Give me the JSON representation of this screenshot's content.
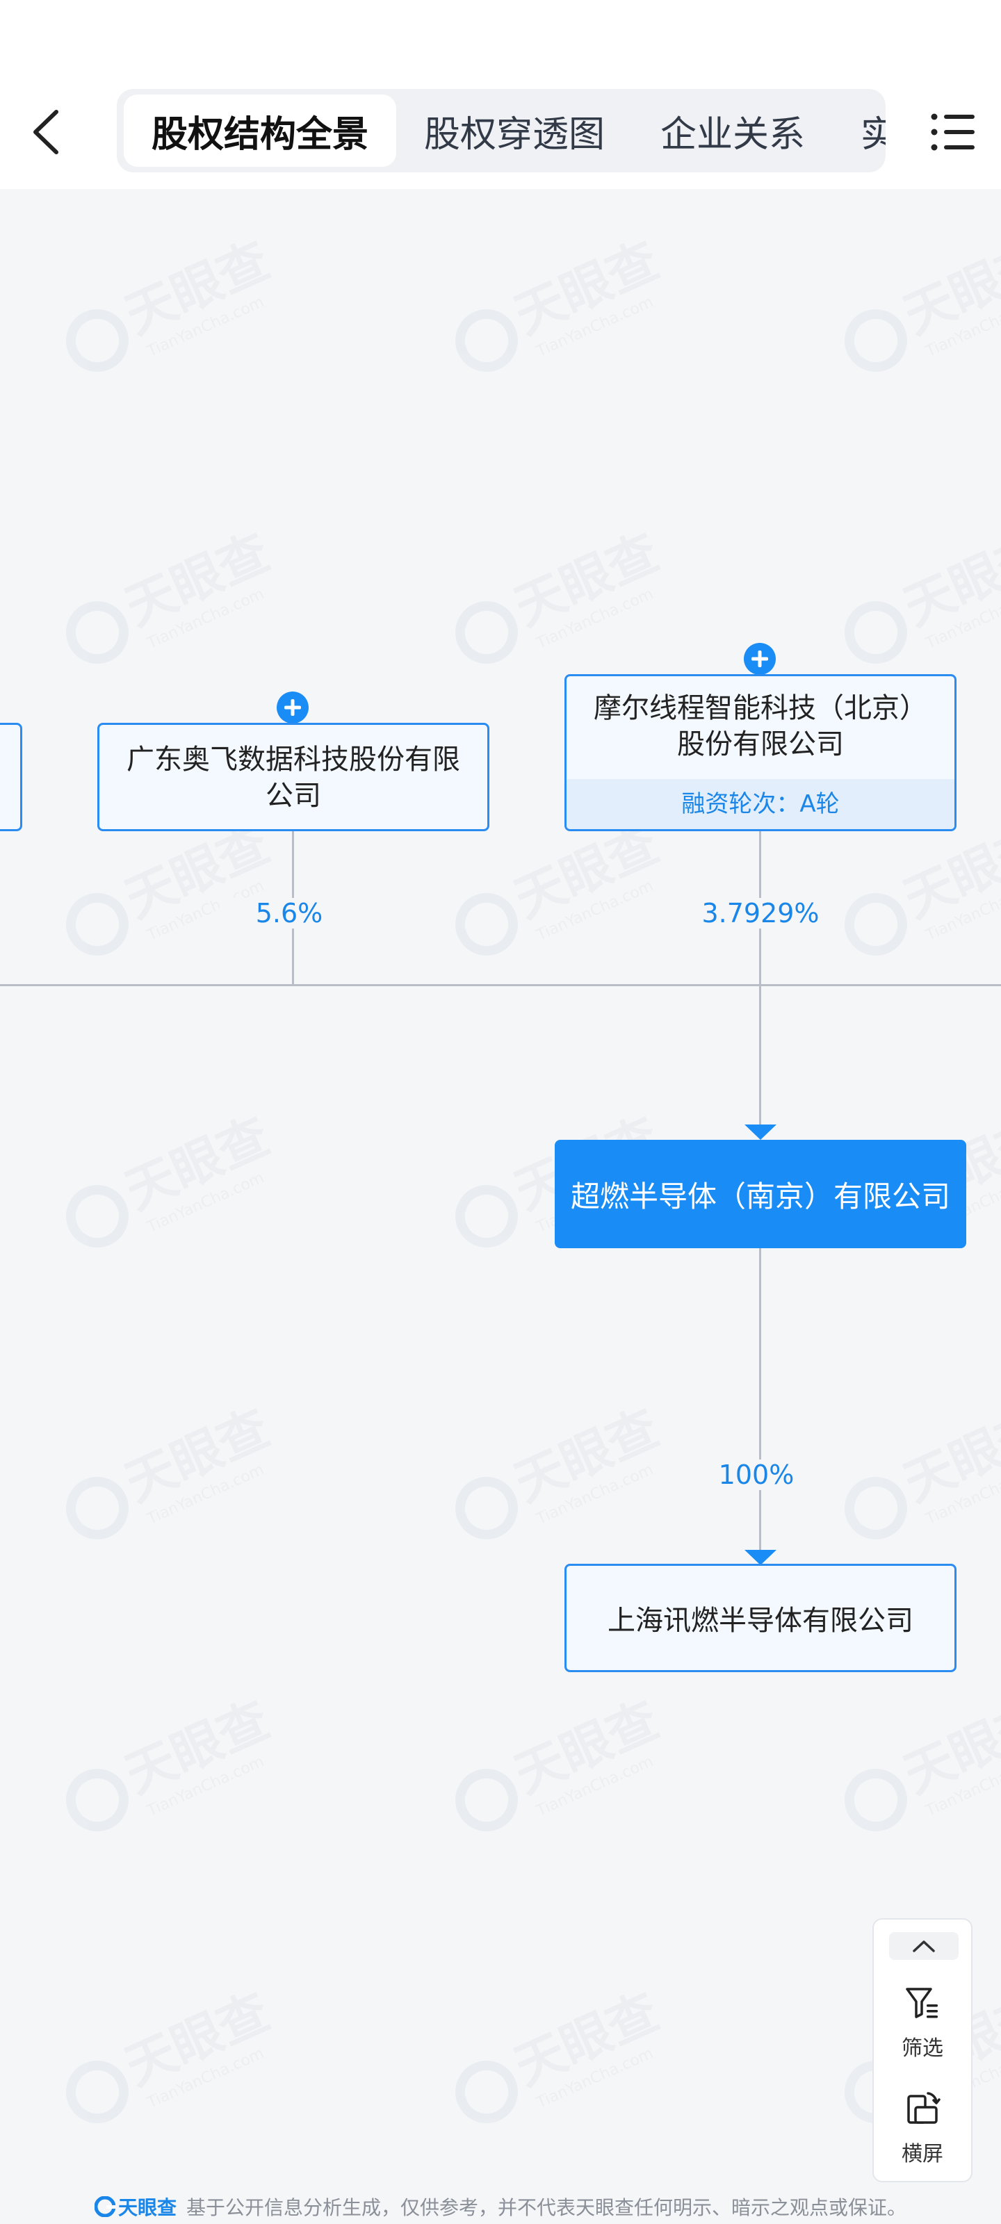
{
  "header": {
    "tabs": [
      {
        "label": "股权结构全景",
        "active": true
      },
      {
        "label": "股权穿透图",
        "active": false
      },
      {
        "label": "企业关系",
        "active": false
      },
      {
        "label": "实",
        "active": false
      }
    ]
  },
  "tree": {
    "shareholders": [
      {
        "name_line1": "广东奥飞数据科技股份有限",
        "name_line2": "公司",
        "percent": "5.6%"
      },
      {
        "name_line1": "摩尔线程智能科技（北京）",
        "name_line2": "股份有限公司",
        "tag": "融资轮次：A轮",
        "percent": "3.7929%"
      }
    ],
    "main_company": "超燃半导体（南京）有限公司",
    "subsidiary": {
      "name": "上海讯燃半导体有限公司",
      "percent": "100%"
    }
  },
  "watermark": {
    "brand": "天眼查",
    "domain": "TianYanCha.com"
  },
  "side_tools": {
    "filter_label": "筛选",
    "landscape_label": "横屏"
  },
  "footer": {
    "brand": "天眼查",
    "disclaimer": "基于公开信息分析生成，仅供参考，并不代表天眼查任何明示、暗示之观点或保证。"
  },
  "colors": {
    "accent": "#1a8cf5",
    "line": "#b9bec6",
    "node_bg": "#f3f9ff"
  }
}
